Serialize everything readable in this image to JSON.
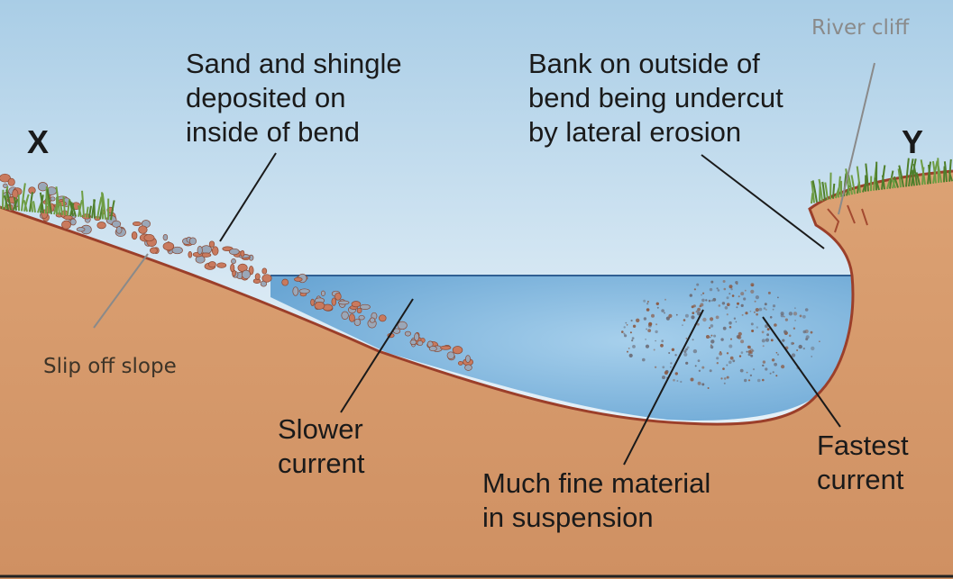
{
  "markers": {
    "left": "X",
    "right": "Y"
  },
  "labels": {
    "deposited": [
      "Sand and shingle",
      "deposited on",
      "inside of bend"
    ],
    "undercut": [
      "Bank on outside of",
      "bend being undercut",
      "by lateral erosion"
    ],
    "slower": [
      "Slower",
      "current"
    ],
    "fine": [
      "Much fine material",
      "in suspension"
    ],
    "fastest": [
      "Fastest",
      "current"
    ],
    "slip": "Slip off slope",
    "cliff": "River cliff"
  },
  "colors": {
    "sky_top": "#a9cde6",
    "sky_bottom": "#eaf2f8",
    "ground": "#d69a6a",
    "ground_edge": "#a34a30",
    "water": "#8fc2e4",
    "water_dark": "#6aa6d4",
    "grass": "#6e9d44",
    "pebble": "#c97a5e",
    "pebble_alt": "#9aa7b8"
  }
}
